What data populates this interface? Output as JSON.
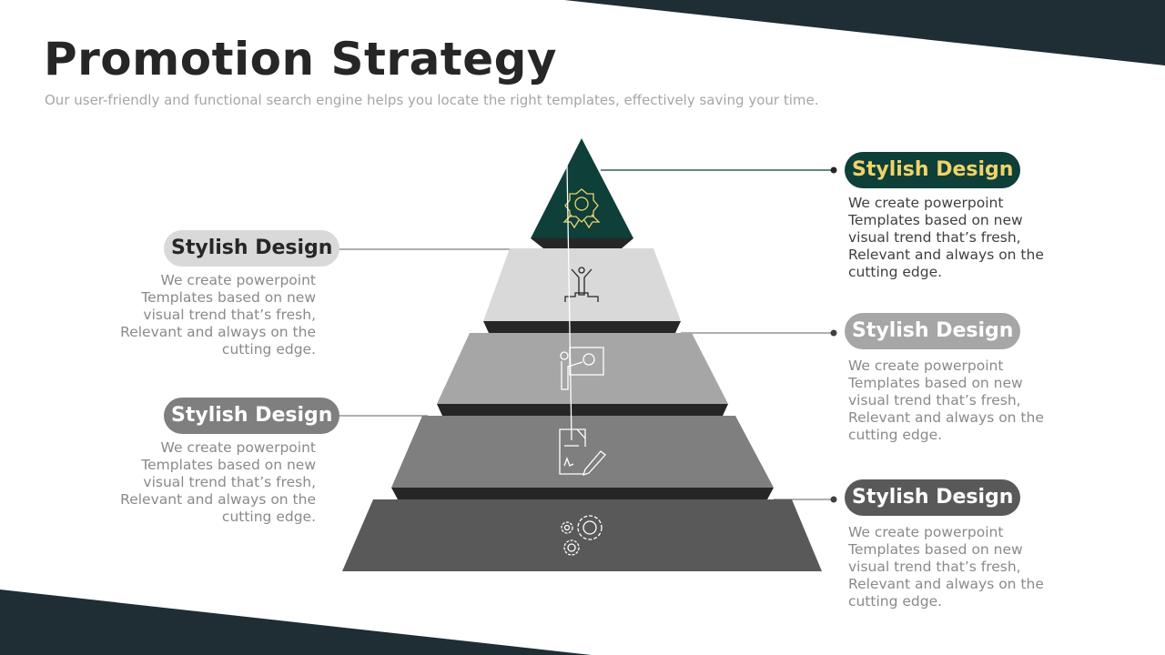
{
  "title": "Promotion Strategy",
  "subtitle": "Our user-friendly and functional search engine helps you locate the right templates, effectively saving your time.",
  "colors": {
    "dark_green": "#0e3f39",
    "gold": "#f0d36a",
    "navy": "#1f2d35"
  },
  "items": [
    {
      "title": "Stylish Design",
      "text": "We create powerpoint Templates based on new visual trend that’s fresh, Relevant and always on the cutting edge.",
      "icon": "award-ribbon-icon"
    },
    {
      "title": "Stylish Design",
      "text": "We create powerpoint Templates based on new visual trend that’s fresh, Relevant and always on the cutting edge.",
      "icon": "winner-podium-icon"
    },
    {
      "title": "Stylish Design",
      "text": "We create powerpoint Templates based on new visual trend that’s fresh, Relevant and always on the cutting edge.",
      "icon": "presentation-icon"
    },
    {
      "title": "Stylish Design",
      "text": "We create powerpoint Templates based on new visual trend that’s fresh, Relevant and always on the cutting edge.",
      "icon": "contract-sign-icon"
    },
    {
      "title": "Stylish Design",
      "text": "We create powerpoint Templates based on new visual trend that’s fresh, Relevant and always on the cutting edge.",
      "icon": "gears-icon"
    }
  ]
}
